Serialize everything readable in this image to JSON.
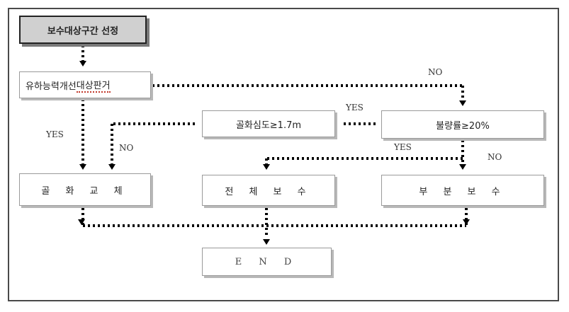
{
  "boxes": {
    "select_section": "보수대상구간 선정",
    "improvement_target_prefix": "유하능력개선 ",
    "improvement_target_suffix": "대상판거",
    "scour_depth": "골화심도≥1.7m",
    "defect_rate": "불량률≥20%",
    "replace": "골 화 교 체",
    "full_repair": "전 체 보 수",
    "partial_repair": "부 분 보 수",
    "end": "E N D"
  },
  "labels": {
    "no_top": "NO",
    "yes_left": "YES",
    "yes_mid": "YES",
    "no_left": "NO",
    "yes_defect": "YES",
    "no_right": "NO"
  }
}
